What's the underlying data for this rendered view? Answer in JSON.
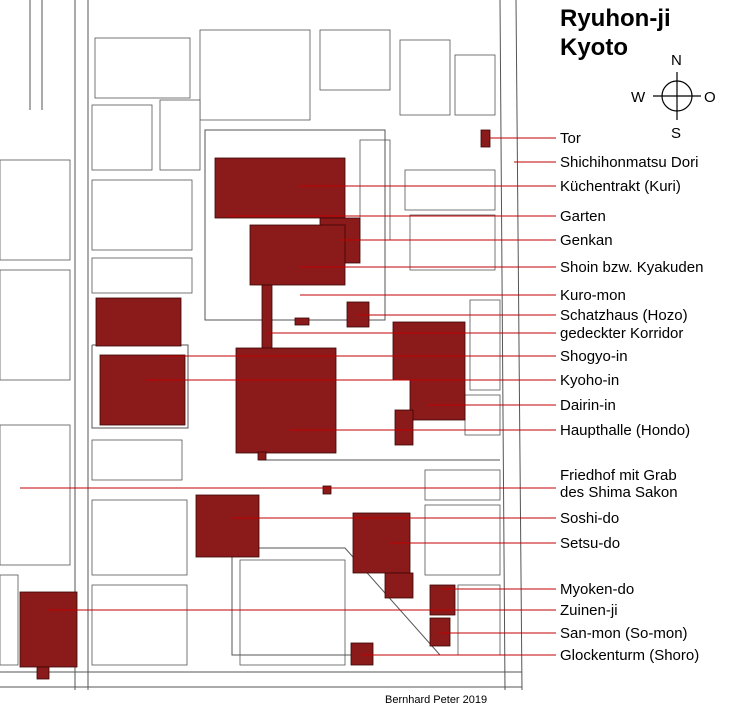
{
  "title": {
    "line1": "Ryuhon-ji",
    "line2": "Kyoto"
  },
  "compass": {
    "n": "N",
    "s": "S",
    "w": "W",
    "e": "O"
  },
  "credit": "Bernhard Peter 2019",
  "colors": {
    "temple": "#8b1a1a",
    "leader": "#c00000",
    "outline": "#555555"
  },
  "legend": [
    {
      "id": "tor",
      "text": "Tor"
    },
    {
      "id": "shichihonmatsu",
      "text": "Shichihonmatsu Dori"
    },
    {
      "id": "kuri",
      "text": "Küchentrakt (Kuri)"
    },
    {
      "id": "garten",
      "text": "Garten"
    },
    {
      "id": "genkan",
      "text": "Genkan"
    },
    {
      "id": "shoin",
      "text": "Shoin bzw. Kyakuden"
    },
    {
      "id": "kuromon",
      "text": "Kuro-mon"
    },
    {
      "id": "hozo",
      "text": "Schatzhaus (Hozo)"
    },
    {
      "id": "korridor",
      "text": "gedeckter Korridor"
    },
    {
      "id": "shogyo",
      "text": "Shogyo-in"
    },
    {
      "id": "kyoho",
      "text": "Kyoho-in"
    },
    {
      "id": "dairin",
      "text": "Dairin-in"
    },
    {
      "id": "hondo",
      "text": "Haupthalle (Hondo)"
    },
    {
      "id": "friedhof1",
      "text": "Friedhof mit Grab"
    },
    {
      "id": "friedhof2",
      "text": "des Shima Sakon"
    },
    {
      "id": "soshido",
      "text": "Soshi-do"
    },
    {
      "id": "setsudo",
      "text": "Setsu-do"
    },
    {
      "id": "myokendo",
      "text": "Myoken-do"
    },
    {
      "id": "zuinenji",
      "text": "Zuinen-ji"
    },
    {
      "id": "sanmon",
      "text": "San-mon (So-mon)"
    },
    {
      "id": "shoro",
      "text": "Glockenturm (Shoro)"
    }
  ]
}
